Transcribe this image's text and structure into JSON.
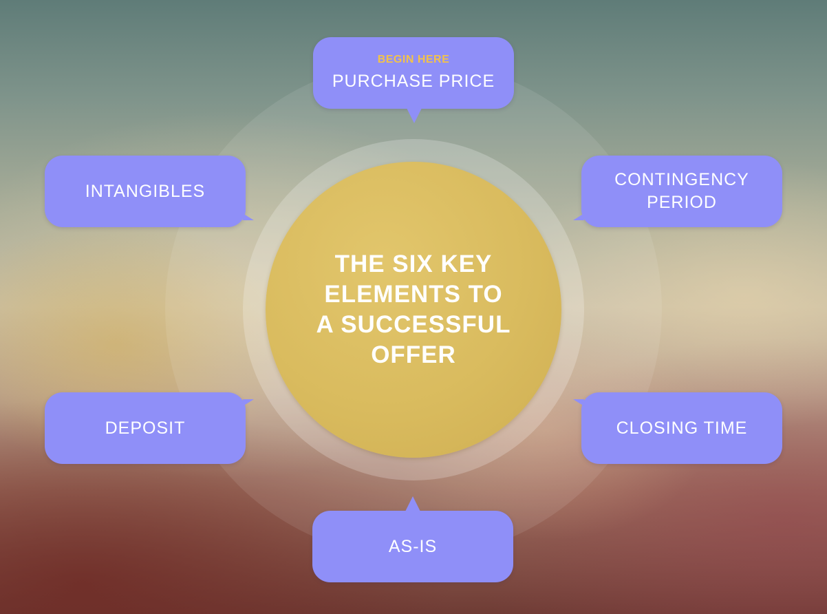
{
  "center": {
    "title": "THE SIX KEY\nELEMENTS TO\nA SUCCESSFUL\nOFFER"
  },
  "elements": {
    "purchase_price": {
      "badge": "BEGIN HERE",
      "label": "PURCHASE PRICE"
    },
    "intangibles": {
      "label": "INTANGIBLES"
    },
    "contingency_period": {
      "label": "CONTINGENCY\nPERIOD"
    },
    "deposit": {
      "label": "DEPOSIT"
    },
    "closing_time": {
      "label": "CLOSING TIME"
    },
    "as_is": {
      "label": "AS-IS"
    }
  },
  "colors": {
    "bubble": "#8f8ff8",
    "center": "#d9bb5e",
    "badge_text": "#f2c24a",
    "text": "#ffffff"
  }
}
